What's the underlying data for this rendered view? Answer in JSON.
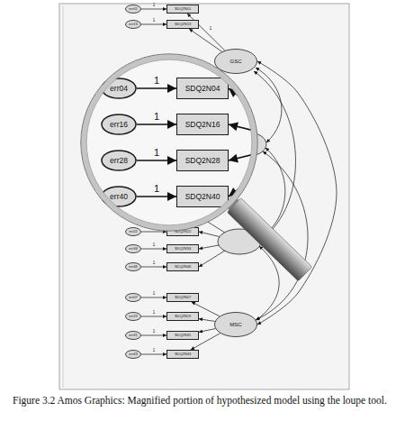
{
  "diagram": {
    "caption": "Figure 3.2 Amos Graphics: Magnified portion of hypothesized model using the loupe tool.",
    "nodes": [
      {
        "text": [
          "err01"
        ]
      },
      {
        "text": [
          "SDQ2N01"
        ]
      },
      {
        "text": [
          "err13"
        ]
      },
      {
        "text": [
          "SDQ2N13"
        ]
      },
      {
        "text": [
          "GSC"
        ]
      },
      {
        "text": [
          "err04"
        ]
      },
      {
        "text": [
          "SDQ2N04"
        ]
      },
      {
        "text": [
          "err16"
        ]
      },
      {
        "text": [
          "SDQ2N16"
        ]
      },
      {
        "text": [
          "err28"
        ]
      },
      {
        "text": [
          "SDQ2N28"
        ]
      },
      {
        "text": [
          "err40"
        ]
      },
      {
        "text": [
          "SDQ2N40"
        ]
      },
      {
        "text": [
          "err22"
        ]
      },
      {
        "text": [
          "SDQ2N22"
        ]
      },
      {
        "text": [
          "err34"
        ]
      },
      {
        "text": [
          "SDQ2N34"
        ]
      },
      {
        "text": [
          "err46"
        ]
      },
      {
        "text": [
          "SDQ2N46"
        ]
      },
      {
        "text": [
          "err07"
        ]
      },
      {
        "text": [
          "SDQ2N07"
        ]
      },
      {
        "text": [
          "err19"
        ]
      },
      {
        "text": [
          "SDQ2N19"
        ]
      },
      {
        "text": [
          "MSC"
        ]
      },
      {
        "text": [
          "err31"
        ]
      },
      {
        "text": [
          "SDQ2N31"
        ]
      },
      {
        "text": [
          "err43"
        ]
      },
      {
        "text": [
          "SDQ2N43"
        ]
      }
    ],
    "edges": [
      {
        "from": 0,
        "to": 1,
        "label": "1",
        "arrow": "to"
      },
      {
        "from": 2,
        "to": 3,
        "label": "1",
        "arrow": "to"
      },
      {
        "from": 4,
        "to": 1,
        "label": "1",
        "arrow": "to"
      },
      {
        "from": 4,
        "to": 3,
        "arrow": "to"
      },
      {
        "from": 5,
        "to": 6,
        "label": "1",
        "arrow": "to"
      },
      {
        "from": 7,
        "to": 8,
        "label": "1",
        "arrow": "to"
      },
      {
        "from": 9,
        "to": 10,
        "label": "1",
        "arrow": "to"
      },
      {
        "from": 11,
        "to": 12,
        "label": "1",
        "arrow": "to"
      },
      {
        "from": 13,
        "to": 14,
        "label": "1",
        "arrow": "to"
      },
      {
        "from": 15,
        "to": 16,
        "label": "1",
        "arrow": "to"
      },
      {
        "from": 17,
        "to": 18,
        "label": "1",
        "arrow": "to"
      },
      {
        "from": 19,
        "to": 20,
        "label": "1",
        "arrow": "to"
      },
      {
        "from": 21,
        "to": 22,
        "label": "1",
        "arrow": "to"
      },
      {
        "from": 24,
        "to": 25,
        "label": "1",
        "arrow": "to"
      },
      {
        "from": 26,
        "to": 27,
        "label": "1",
        "arrow": "to"
      },
      {
        "from": 23,
        "to": 20,
        "arrow": "to"
      },
      {
        "from": 23,
        "to": 22,
        "arrow": "to"
      },
      {
        "from": 23,
        "to": 25,
        "arrow": "to"
      },
      {
        "from": 23,
        "to": 27,
        "arrow": "to"
      },
      {
        "from": 4,
        "to": 23,
        "arrow": "both"
      }
    ]
  }
}
